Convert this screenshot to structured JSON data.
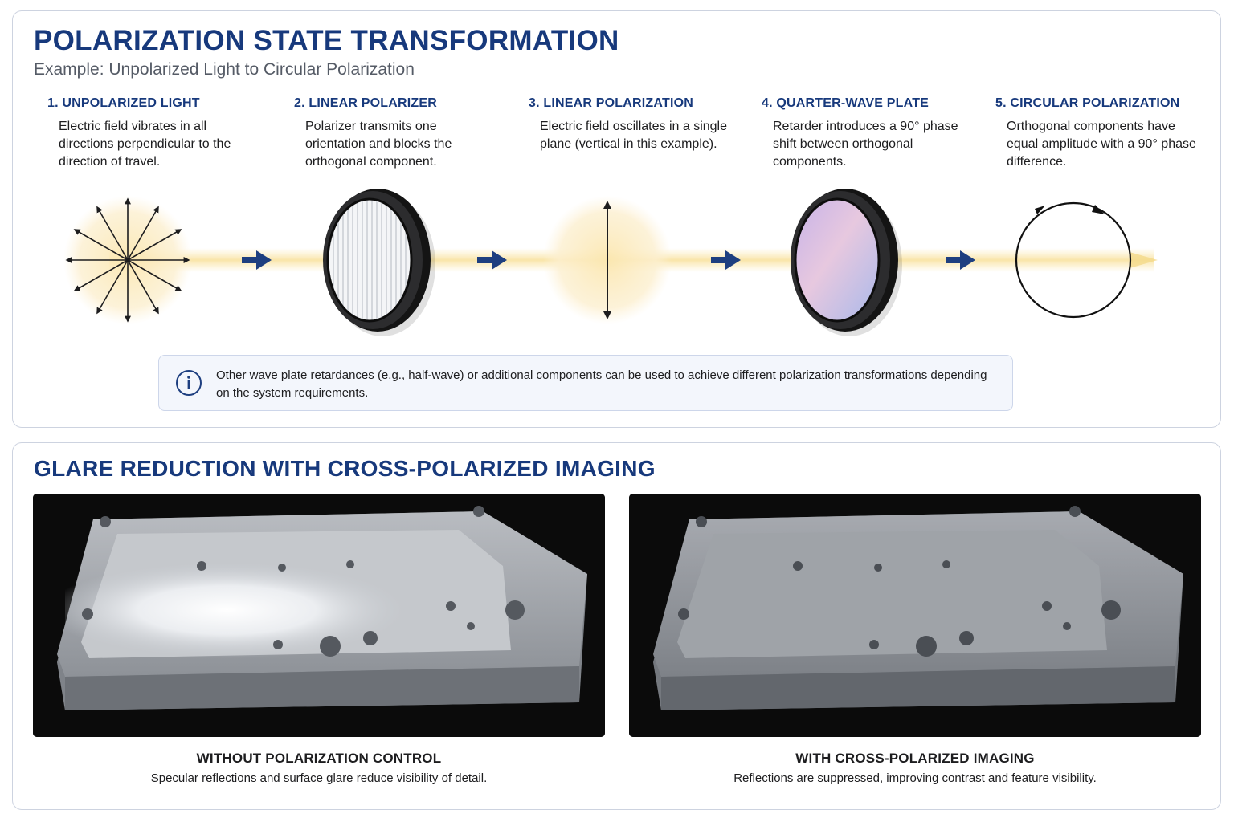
{
  "transformation": {
    "title": "POLARIZATION STATE TRANSFORMATION",
    "subtitle": "Example: Unpolarized Light to Circular Polarization",
    "steps": [
      {
        "title": "1. UNPOLARIZED LIGHT",
        "description": "Electric field vibrates in all directions perpendicular to the direction of travel."
      },
      {
        "title": "2. LINEAR POLARIZER",
        "description": "Polarizer transmits one orientation and blocks the orthogonal component."
      },
      {
        "title": "3. LINEAR POLARIZATION",
        "description": "Electric field oscillates in a single plane (vertical in this example)."
      },
      {
        "title": "4. QUARTER-WAVE PLATE",
        "description": "Retarder introduces a 90° phase shift between orthogonal components."
      },
      {
        "title": "5. CIRCULAR POLARIZATION",
        "description": "Orthogonal components have equal amplitude with a 90° phase difference."
      }
    ],
    "info_note": "Other wave plate retardances (e.g., half-wave) or additional components can be used to achieve different polarization transformations depending on the system requirements."
  },
  "glare": {
    "title": "GLARE REDUCTION WITH CROSS-POLARIZED IMAGING",
    "left": {
      "title": "WITHOUT POLARIZATION CONTROL",
      "description": "Specular reflections and surface glare reduce visibility of detail."
    },
    "right": {
      "title": "WITH CROSS-POLARIZED IMAGING",
      "description": "Reflections are suppressed, improving contrast and feature visibility."
    }
  },
  "colors": {
    "accent": "#17397c",
    "beam": "#f7e2a0",
    "arrow": "#1e3f80"
  },
  "icons": [
    "info-icon",
    "right-arrow-icon",
    "polarizer-filter-icon",
    "waveplate-filter-icon"
  ]
}
